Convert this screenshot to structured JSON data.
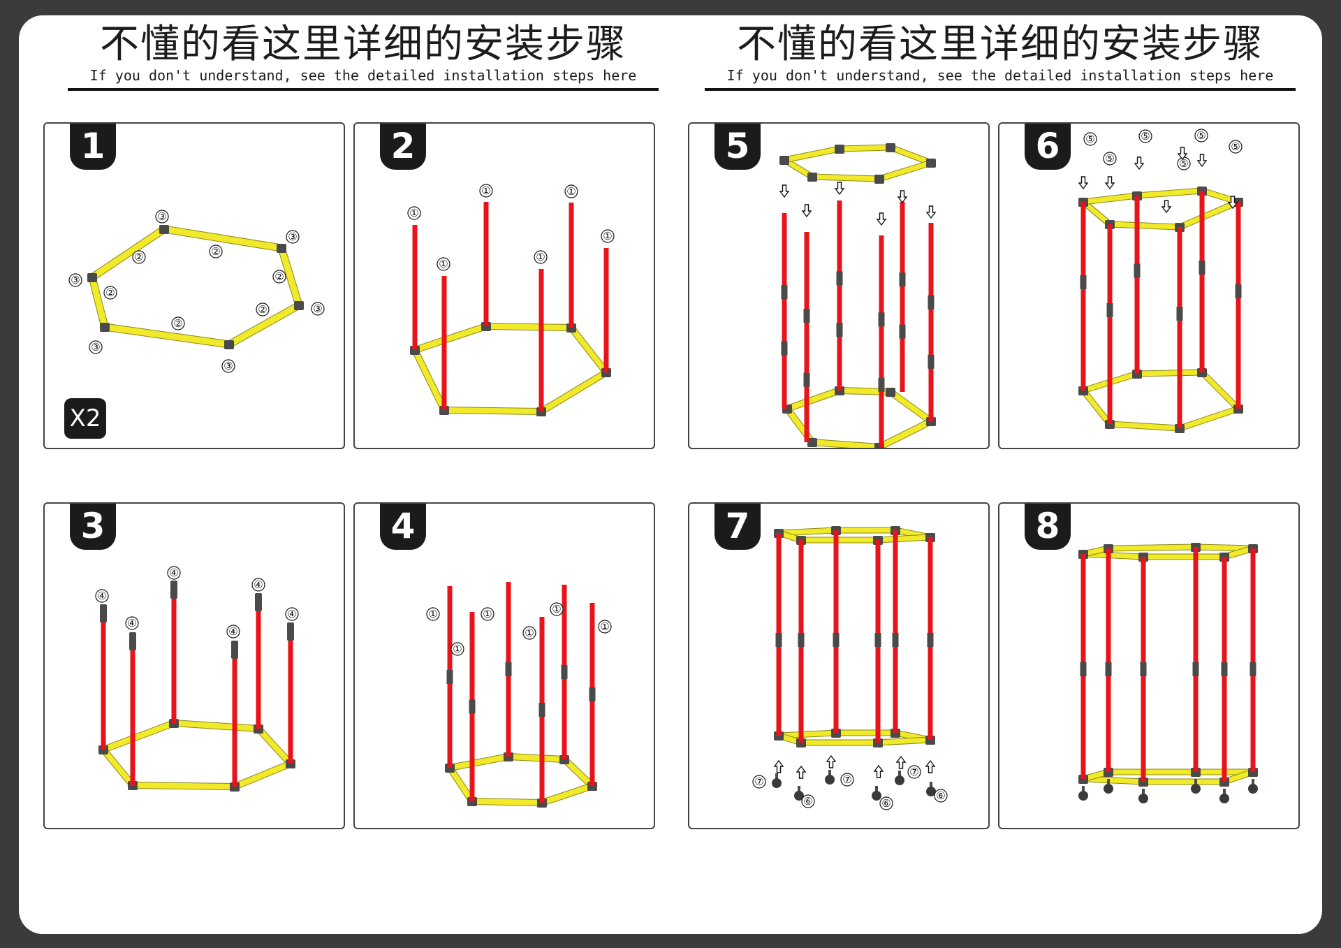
{
  "header_left": {
    "title": "不懂的看这里详细的安装步骤",
    "subtitle": "If you don't understand, see the detailed installation steps here"
  },
  "header_right": {
    "title": "不懂的看这里详细的安装步骤",
    "subtitle": "If you don't understand, see the detailed installation steps here"
  },
  "steps": [
    {
      "number": "1",
      "multiplier": "X2",
      "markers": [
        "③",
        "②"
      ]
    },
    {
      "number": "2",
      "markers": [
        "①"
      ]
    },
    {
      "number": "3",
      "markers": [
        "④"
      ]
    },
    {
      "number": "4",
      "markers": [
        "①"
      ]
    },
    {
      "number": "5",
      "markers": []
    },
    {
      "number": "6",
      "markers": [
        "⑤"
      ]
    },
    {
      "number": "7",
      "markers": [
        "⑦",
        "⑥"
      ]
    },
    {
      "number": "8",
      "markers": []
    }
  ],
  "colors": {
    "pole": "#e8141b",
    "rail": "#f1ea2a",
    "connector": "#4a4a4a"
  }
}
